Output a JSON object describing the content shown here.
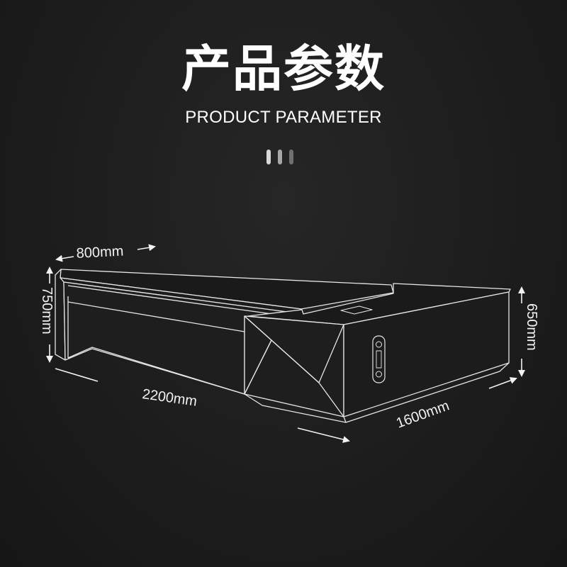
{
  "header": {
    "title_cn": "产品参数",
    "title_en": "PRODUCT PARAMETER"
  },
  "decor": {
    "dots": [
      "#d9d9d9",
      "#a8a8a8",
      "#707070"
    ]
  },
  "dimensions": {
    "top_width": "800mm",
    "height_left": "750mm",
    "length": "2200mm",
    "return_length": "1600mm",
    "return_height": "650mm"
  },
  "colors": {
    "background": "#1f1f1f",
    "line": "#e6e6e6"
  }
}
